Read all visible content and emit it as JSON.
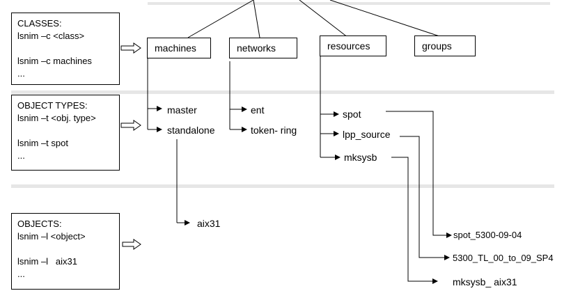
{
  "info_boxes": {
    "classes": {
      "heading": "CLASSES:",
      "syntax": "lsnim –c <class>",
      "example": "lsnim –c machines",
      "ellipsis": "..."
    },
    "object_types": {
      "heading": "OBJECT TYPES:",
      "syntax": "lsnim –t <obj. type>",
      "example": "lsnim –t spot",
      "ellipsis": "..."
    },
    "objects": {
      "heading": "OBJECTS:",
      "syntax": "lsnim –l <object>",
      "example_cmd": "lsnim –l",
      "example_arg": "aix31",
      "ellipsis": "..."
    }
  },
  "classes": {
    "machines": "machines",
    "networks": "networks",
    "resources": "resources",
    "groups": "groups"
  },
  "object_types": {
    "master": "master",
    "standalone": "standalone",
    "ent": "ent",
    "token_ring": "token- ring",
    "spot": "spot",
    "lpp_source": "lpp_source",
    "mksysb": "mksysb"
  },
  "objects": {
    "aix31": "aix31",
    "spot_obj": "spot_5300-09-04",
    "lpp_obj": "5300_TL_00_to_09_SP4",
    "mksysb_obj_prefix": "mksysb_",
    "mksysb_obj_suffix": "aix31"
  },
  "colors": {
    "separator": "#e6e6e6",
    "line": "#000000"
  }
}
